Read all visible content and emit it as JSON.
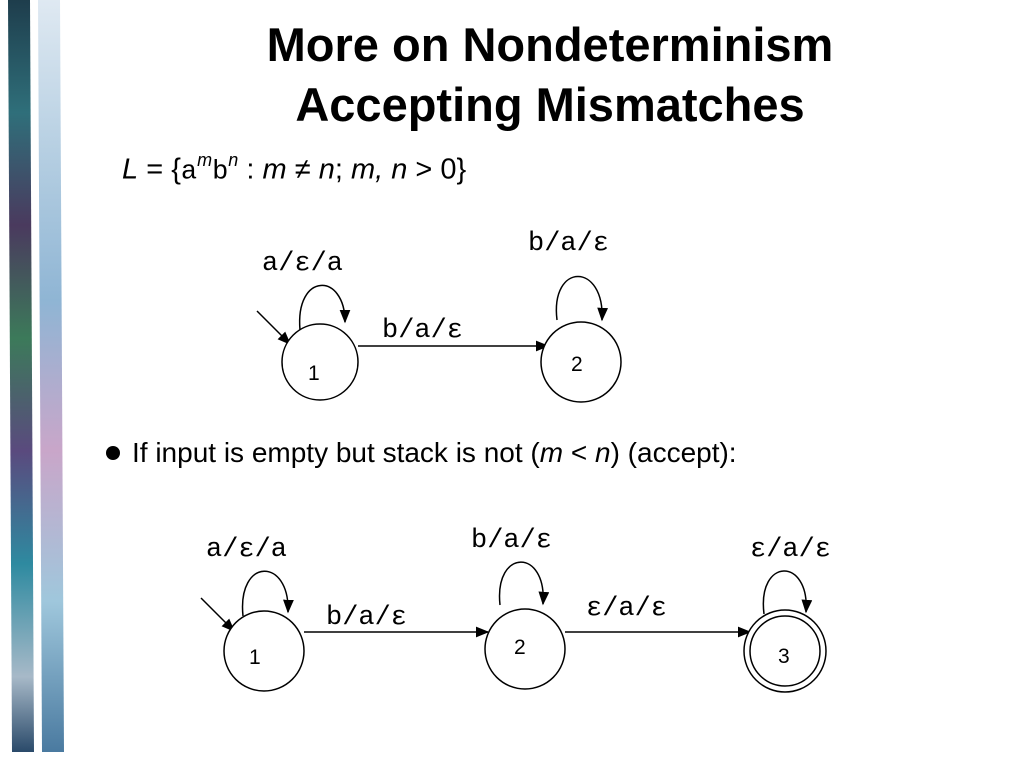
{
  "slide": {
    "title_line1": "More on Nondeterminism",
    "title_line2": "Accepting Mismatches",
    "formula": {
      "lhs": "L",
      "eq": " = {",
      "a": "a",
      "m": "m",
      "b": "b",
      "n": "n",
      "colon": " : ",
      "cond_m": "m",
      "neq": " ≠ ",
      "cond_n": "n",
      "sep": "; ",
      "vars": "m, n",
      "gt": " > 0}"
    },
    "bullet": {
      "text_before": "If input is empty but stack is not (",
      "cond_m": "m",
      "lt": " < ",
      "cond_n": "n",
      "text_after": ") (accept):"
    }
  },
  "diagram1": {
    "states": [
      {
        "id": "1",
        "label": "1",
        "start": true,
        "accepting": false
      },
      {
        "id": "2",
        "label": "2",
        "start": false,
        "accepting": false
      }
    ],
    "transitions": [
      {
        "from": "1",
        "to": "1",
        "label": "a/ε/a"
      },
      {
        "from": "1",
        "to": "2",
        "label": "b/a/ε"
      },
      {
        "from": "2",
        "to": "2",
        "label": "b/a/ε"
      }
    ]
  },
  "diagram2": {
    "states": [
      {
        "id": "1",
        "label": "1",
        "start": true,
        "accepting": false
      },
      {
        "id": "2",
        "label": "2",
        "start": false,
        "accepting": false
      },
      {
        "id": "3",
        "label": "3",
        "start": false,
        "accepting": true
      }
    ],
    "transitions": [
      {
        "from": "1",
        "to": "1",
        "label": "a/ε/a"
      },
      {
        "from": "1",
        "to": "2",
        "label": "b/a/ε"
      },
      {
        "from": "2",
        "to": "2",
        "label": "b/a/ε"
      },
      {
        "from": "2",
        "to": "3",
        "label": "ε/a/ε"
      },
      {
        "from": "3",
        "to": "3",
        "label": "ε/a/ε"
      }
    ]
  },
  "colors": {
    "strip_dark": "#2a5a6e",
    "strip_light": "#b9d3e6",
    "ink": "#000000"
  }
}
